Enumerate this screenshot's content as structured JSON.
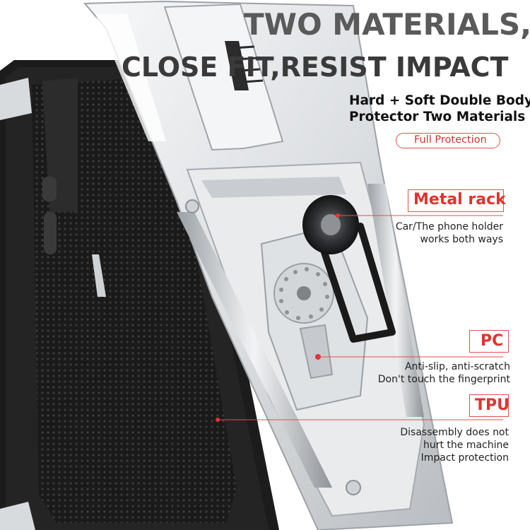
{
  "headline": {
    "line1": "TWO MATERIALS,",
    "line2": "CLOSE FIT,RESIST IMPACT"
  },
  "subheadline": {
    "line1": "Hard + Soft Double Body",
    "line2": "Protector Two Materials"
  },
  "badge": {
    "label": "Full Protection"
  },
  "callouts": [
    {
      "label": "Metal rack",
      "lines": [
        "Car/The phone holder",
        "works both ways"
      ]
    },
    {
      "label": "PC",
      "lines": [
        "Anti-slip, anti-scratch",
        "Don't touch the fingerprint"
      ]
    },
    {
      "label": "TPU",
      "lines": [
        "Disassembly does not",
        "hurt the machine",
        "Impact protection"
      ]
    }
  ],
  "colors": {
    "accent": "#e0332e",
    "tpu_black": "#1c1c1c",
    "pc_silver": "#e4e6e8",
    "headline_gray": "#5a5a5a"
  }
}
